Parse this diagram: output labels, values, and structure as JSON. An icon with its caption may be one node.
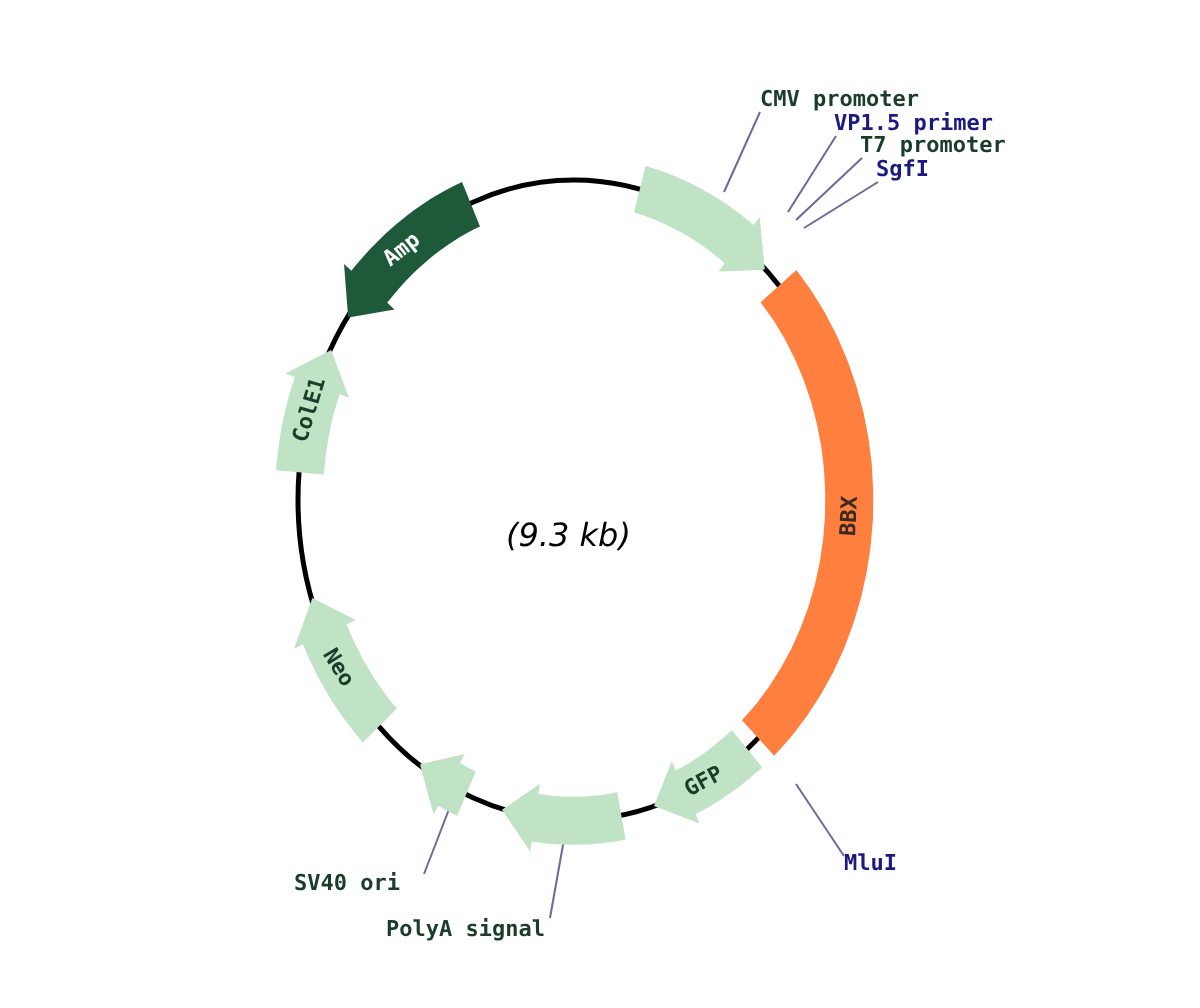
{
  "diagram": {
    "nodes": [
      {
        "text": [
          "CMV promoter"
        ]
      },
      {
        "text": [],
        "shape": "arrow"
      },
      {
        "text": [
          "VP1.5 primer"
        ]
      },
      {
        "text": [
          "T7 promoter"
        ]
      },
      {
        "text": [
          "SgfI"
        ]
      },
      {
        "text": [
          "BBX"
        ]
      },
      {
        "text": [
          "Amp"
        ]
      },
      {
        "text": [
          "ColE1"
        ]
      },
      {
        "text": [
          "Neo"
        ]
      },
      {
        "text": [
          "GFP"
        ]
      },
      {
        "text": [
          "MluI"
        ]
      },
      {
        "text": [],
        "shape": "arrow"
      },
      {
        "text": [],
        "shape": "arrow"
      },
      {
        "text": [
          "SV40 ori"
        ]
      },
      {
        "text": [
          "PolyA signal"
        ]
      }
    ],
    "edges": [
      {
        "from": 0,
        "to": 1,
        "arrow": "none"
      },
      {
        "from": 2,
        "to": null,
        "arrow": "none"
      },
      {
        "from": 3,
        "to": null,
        "arrow": "none"
      },
      {
        "from": 4,
        "to": null,
        "arrow": "none"
      },
      {
        "from": 10,
        "to": null,
        "arrow": "none"
      },
      {
        "from": 13,
        "to": 12,
        "arrow": "none"
      },
      {
        "from": 14,
        "to": 11,
        "arrow": "none"
      }
    ],
    "labels": [
      "(9.3 kb)"
    ]
  }
}
